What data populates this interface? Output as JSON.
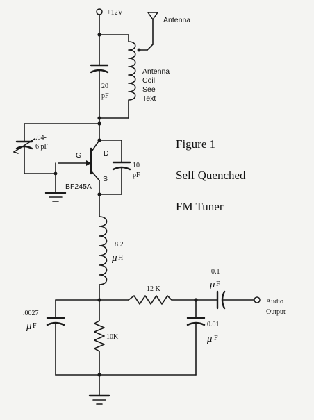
{
  "supply": {
    "label": "+12V"
  },
  "antenna": {
    "label": "Antenna"
  },
  "antenna_coil": {
    "lines": [
      "Antenna",
      "Coil",
      "See",
      "Text"
    ]
  },
  "c_tank": {
    "value": "20",
    "unit": "pF"
  },
  "c_trim": {
    "value": ".04-",
    "unit": "6 pF"
  },
  "jfet": {
    "part": "BF245A",
    "gate": "G",
    "drain": "D",
    "source": "S"
  },
  "c_feedback": {
    "value": "10",
    "unit": "pF"
  },
  "inductor": {
    "value": "8.2",
    "unit": "H"
  },
  "c_out": {
    "value": "0.1",
    "unit": "F"
  },
  "r_series": {
    "value": "12 K"
  },
  "output": {
    "line1": "Audio",
    "line2": "Output"
  },
  "c_left": {
    "value": ".0027",
    "unit": "F"
  },
  "r_bias": {
    "value": "10K"
  },
  "c_filter": {
    "value": "0.01",
    "unit": "F"
  },
  "figure": {
    "number": "Figure 1",
    "line2": "Self Quenched",
    "line3": "FM Tuner"
  }
}
